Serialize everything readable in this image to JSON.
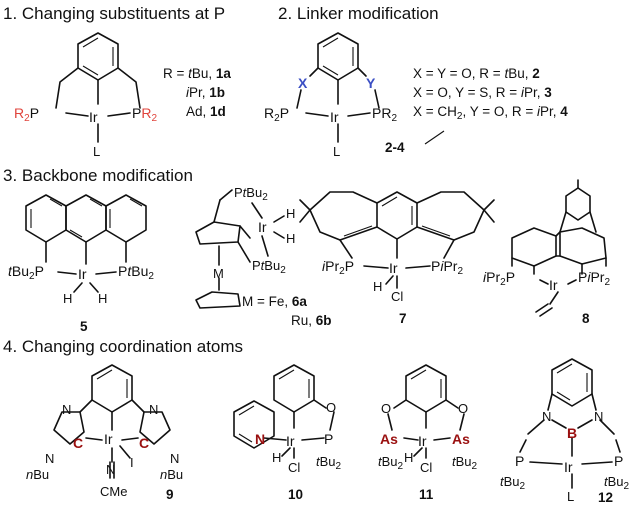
{
  "sections": {
    "s1": "1. Changing substituents at P",
    "s2": "2. Linker modification",
    "s3": "3. Backbone modification",
    "s4": "4. Changing coordination atoms"
  },
  "s1": {
    "r_line1": "R = ",
    "r_line1_it": "t",
    "r_line1_end": "Bu, ",
    "r_line1_num": "1a",
    "r_line2_it": "i",
    "r_line2_end": "Pr, ",
    "r_line2_num": "1b",
    "r_line3": "Ad, ",
    "r_line3_num": "1d"
  },
  "s2": {
    "line1": "X = Y = O, R = ",
    "line1_it": "t",
    "line1_end": "Bu, ",
    "line1_num": "2",
    "line2": "X = O, Y = S, R = ",
    "line2_it": "i",
    "line2_end": "Pr, ",
    "line2_num": "3",
    "line3": "X = CH",
    "line3_sub": "2",
    "line3_mid": ", Y = O, R = ",
    "line3_it": "i",
    "line3_end": "Pr, ",
    "line3_num": "4",
    "compound_num": "2-4"
  },
  "s3": {
    "num5": "5",
    "m_fe": "M = Fe, ",
    "num6a": "6a",
    "m_ru": "Ru, ",
    "num6b": "6b",
    "num7": "7",
    "num8": "8"
  },
  "s4": {
    "num9": "9",
    "num10": "10",
    "num11": "11",
    "num12": "12"
  }
}
